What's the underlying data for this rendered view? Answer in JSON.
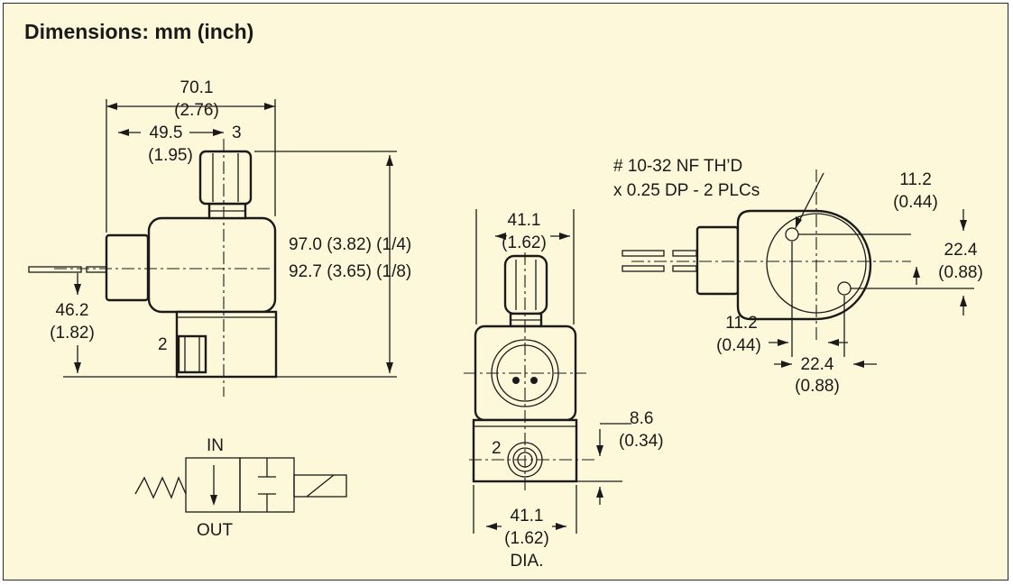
{
  "title": "Dimensions: mm (inch)",
  "colors": {
    "background": "#fdf8d9",
    "line": "#1a1a1a"
  },
  "side_view": {
    "overall_width": "70.1",
    "overall_width_inch": "(2.76)",
    "center_offset": "49.5",
    "center_offset_inch": "(1.95)",
    "port_top_label": "3",
    "height_1": "97.0 (3.82) (1/4)",
    "height_2": "92.7 (3.65) (1/8)",
    "bottom_offset": "46.2",
    "bottom_offset_inch": "(1.82)",
    "port_side_label": "2"
  },
  "front_view": {
    "top_width": "41.1",
    "top_width_inch": "(1.62)",
    "port_label": "2",
    "port_height": "8.6",
    "port_height_inch": "(0.34)",
    "bottom_width": "41.1",
    "bottom_width_inch": "(1.62)",
    "bottom_note": "DIA."
  },
  "top_view": {
    "thread_note_1": "# 10-32 NF TH’D",
    "thread_note_2": "x 0.25 DP - 2 PLCs",
    "hole_right_offset": "11.2",
    "hole_right_offset_inch": "(0.44)",
    "hole_vertical_spacing": "22.4",
    "hole_vertical_spacing_inch": "(0.88)",
    "hole_left_offset": "11.2",
    "hole_left_offset_inch": "(0.44)",
    "hole_horizontal_spacing": "22.4",
    "hole_horizontal_spacing_inch": "(0.88)"
  },
  "schematic": {
    "in_label": "IN",
    "out_label": "OUT"
  }
}
